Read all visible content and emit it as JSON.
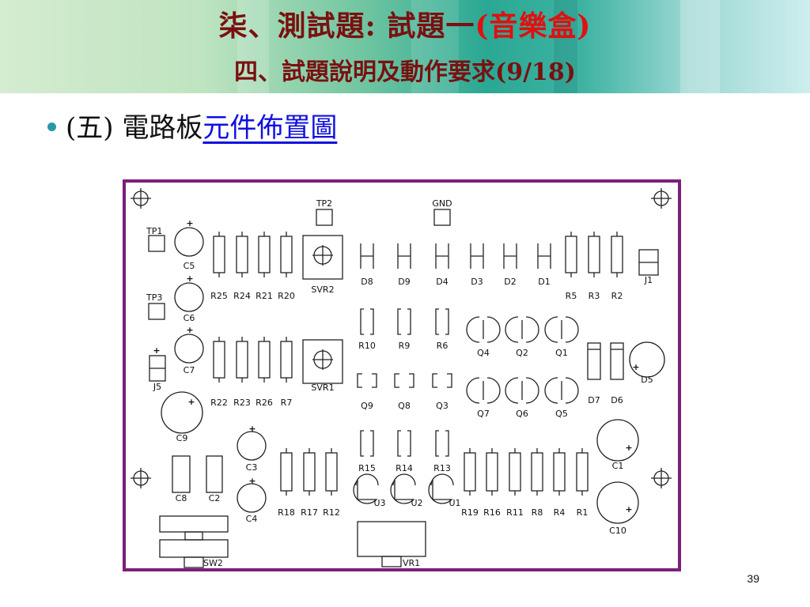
{
  "header": {
    "title_main": "柒、測試題: 試題一",
    "title_paren": "(音樂盒)",
    "subtitle": "四、試題說明及動作要求(9/18)"
  },
  "bullet": {
    "prefix": "(五) 電路板",
    "link": "元件佈置圖"
  },
  "board": {
    "labels": {
      "TP1": "TP1",
      "TP2": "TP2",
      "TP3": "TP3",
      "GND": "GND",
      "C5": "C5",
      "C6": "C6",
      "C7": "C7",
      "C9": "C9",
      "J5": "J5",
      "R25": "R25",
      "R24": "R24",
      "R21": "R21",
      "R20": "R20",
      "R22": "R22",
      "R23": "R23",
      "R26": "R26",
      "R7": "R7",
      "SVR2": "SVR2",
      "SVR1": "SVR1",
      "D8": "D8",
      "D9": "D9",
      "D4": "D4",
      "D3": "D3",
      "D2": "D2",
      "D1": "D1",
      "R5": "R5",
      "R3": "R3",
      "R2": "R2",
      "J1": "J1",
      "R10": "R10",
      "R9": "R9",
      "R6": "R6",
      "Q4": "Q4",
      "Q2": "Q2",
      "Q1": "Q1",
      "D7": "D7",
      "D6": "D6",
      "D5": "D5",
      "Q9": "Q9",
      "Q8": "Q8",
      "Q3": "Q3",
      "Q7": "Q7",
      "Q6": "Q6",
      "Q5": "Q5",
      "C3": "C3",
      "C4": "C4",
      "C8": "C8",
      "C2": "C2",
      "R18": "R18",
      "R17": "R17",
      "R12": "R12",
      "R15": "R15",
      "R14": "R14",
      "R13": "R13",
      "U3": "U3",
      "U2": "U2",
      "U1": "U1",
      "R19": "R19",
      "R16": "R16",
      "R11": "R11",
      "R8": "R8",
      "R4": "R4",
      "R1": "R1",
      "C1": "C1",
      "C10": "C10",
      "SW2": "SW2",
      "VR1": "VR1",
      "plus": "+"
    },
    "colors": {
      "border": "#7b1f7a",
      "line": "#222222"
    }
  },
  "page_number": "39"
}
